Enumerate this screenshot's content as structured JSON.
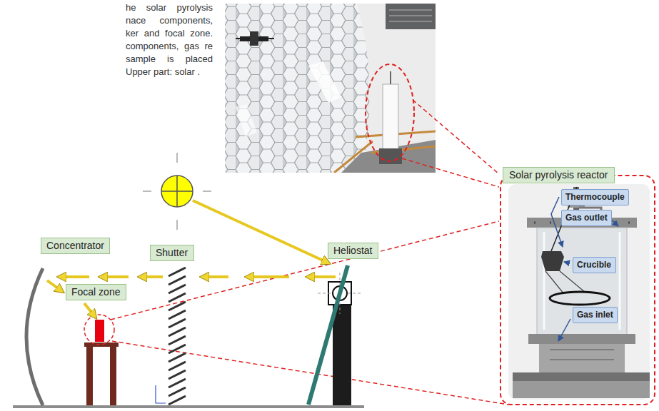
{
  "diagram": {
    "caption": "he solar pyrolysis nace components, ker and focal zone. components, gas re sample is placed Upper part: solar .",
    "nodes": [
      {
        "text": [
          "Solar pyrolysis reactor"
        ]
      },
      {
        "text": [
          "Thermocouple"
        ],
        "in": 0
      },
      {
        "text": [
          "Gas outlet"
        ],
        "in": 0
      },
      {
        "text": [
          "Crucible"
        ],
        "in": 0
      },
      {
        "text": [
          "Gas inlet"
        ],
        "in": 0
      },
      {
        "text": [
          "Concentrator"
        ]
      },
      {
        "text": [
          "Shutter"
        ]
      },
      {
        "text": [
          "Heliostat"
        ]
      },
      {
        "text": [
          "Focal zone"
        ]
      }
    ]
  }
}
